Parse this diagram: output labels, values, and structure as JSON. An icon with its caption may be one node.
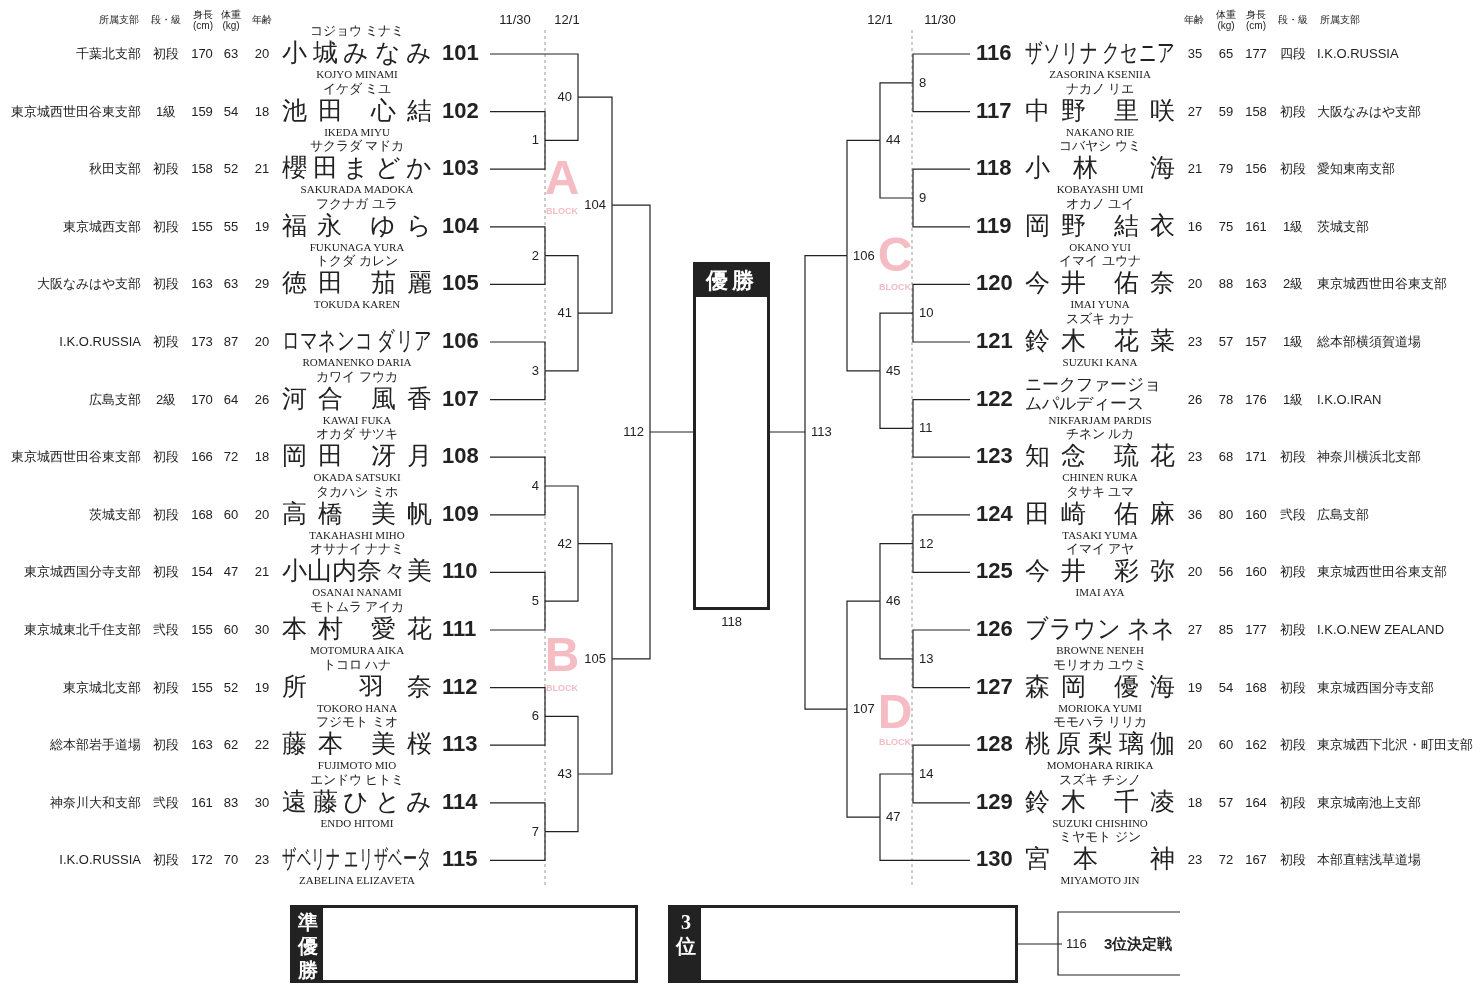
{
  "diagram": {
    "nodes": [
      {
        "text": [
          "小城みなみ",
          "101"
        ],
        "beside": [
          "KOJYO MINAMI",
          "千葉北支部",
          "初段",
          "170",
          "63",
          "20",
          "コジョウ ミナミ"
        ]
      },
      {
        "text": [
          "池田 心結",
          "102"
        ],
        "beside": [
          "IKEDA MIYU",
          "東京城西世田谷東支部",
          "1級",
          "159",
          "54",
          "18",
          "イケダ ミユ"
        ]
      },
      {
        "text": [
          "櫻田まどか",
          "103"
        ],
        "beside": [
          "SAKURADA MADOKA",
          "秋田支部",
          "初段",
          "158",
          "52",
          "21",
          "サクラダ マドカ"
        ]
      },
      {
        "text": [
          "福永 ゆら",
          "104"
        ],
        "beside": [
          "FUKUNAGA YURA",
          "東京城西支部",
          "初段",
          "155",
          "55",
          "19",
          "フクナガ ユラ"
        ]
      },
      {
        "text": [
          "徳田 茄麗",
          "105"
        ],
        "beside": [
          "TOKUDA KAREN",
          "大阪なみはや支部",
          "初段",
          "163",
          "63",
          "29",
          "トクダ カレン"
        ]
      },
      {
        "text": [
          "ロマネンコ ダリア",
          "106"
        ],
        "beside": [
          "ROMANENKO DARIA",
          "I.K.O.RUSSIA",
          "初段",
          "173",
          "87",
          "20"
        ]
      },
      {
        "text": [
          "河合 風香",
          "107"
        ],
        "beside": [
          "KAWAI FUKA",
          "広島支部",
          "2級",
          "170",
          "64",
          "26",
          "カワイ フウカ"
        ]
      },
      {
        "text": [
          "岡田 冴月",
          "108"
        ],
        "beside": [
          "OKADA SATSUKI",
          "東京城西世田谷東支部",
          "初段",
          "166",
          "72",
          "18",
          "オカダ サツキ"
        ]
      },
      {
        "text": [
          "高橋 美帆",
          "109"
        ],
        "beside": [
          "TAKAHASHI MIHO",
          "茨城支部",
          "初段",
          "168",
          "60",
          "20",
          "タカハシ ミホ"
        ]
      },
      {
        "text": [
          "小山内奈々美",
          "110"
        ],
        "beside": [
          "OSANAI NANAMI",
          "東京城西国分寺支部",
          "初段",
          "154",
          "47",
          "21",
          "オサナイ ナナミ"
        ]
      },
      {
        "text": [
          "本村 愛花",
          "111"
        ],
        "beside": [
          "MOTOMURA AIKA",
          "東京城東北千住支部",
          "弐段",
          "155",
          "60",
          "30",
          "モトムラ アイカ"
        ]
      },
      {
        "text": [
          "所 羽奈",
          "112"
        ],
        "beside": [
          "TOKORO HANA",
          "東京城北支部",
          "初段",
          "155",
          "52",
          "19",
          "トコロ ハナ"
        ]
      },
      {
        "text": [
          "藤本 美桜",
          "113"
        ],
        "beside": [
          "FUJIMOTO MIO",
          "総本部岩手道場",
          "初段",
          "163",
          "62",
          "22",
          "フジモト ミオ"
        ]
      },
      {
        "text": [
          "遠藤ひとみ",
          "114"
        ],
        "beside": [
          "ENDO HITOMI",
          "神奈川大和支部",
          "弐段",
          "161",
          "83",
          "30",
          "エンドウ ヒトミ"
        ]
      },
      {
        "text": [
          "ザベリナ エリザベータ",
          "115"
        ],
        "beside": [
          "ZABELINA ELIZAVETA",
          "I.K.O.RUSSIA",
          "初段",
          "172",
          "70",
          "23"
        ]
      },
      {
        "text": [
          "116",
          "ザソリナ クセニア"
        ],
        "beside": [
          "ZASORINA KSENIIA",
          "I.K.O.RUSSIA",
          "四段",
          "177",
          "65",
          "35"
        ]
      },
      {
        "text": [
          "117",
          "中野 里咲"
        ],
        "beside": [
          "NAKANO RIE",
          "大阪なみはや支部",
          "初段",
          "158",
          "59",
          "27",
          "ナカノ リエ"
        ]
      },
      {
        "text": [
          "118",
          "小林 海"
        ],
        "beside": [
          "KOBAYASHI UMI",
          "愛知東南支部",
          "初段",
          "156",
          "79",
          "21",
          "コバヤシ ウミ"
        ]
      },
      {
        "text": [
          "119",
          "岡野 結衣"
        ],
        "beside": [
          "OKANO YUI",
          "茨城支部",
          "1級",
          "161",
          "75",
          "16",
          "オカノ ユイ"
        ]
      },
      {
        "text": [
          "120",
          "今井 佑奈"
        ],
        "beside": [
          "IMAI YUNA",
          "東京城西世田谷東支部",
          "2級",
          "163",
          "88",
          "20",
          "イマイ ユウナ"
        ]
      },
      {
        "text": [
          "121",
          "鈴木 花菜"
        ],
        "beside": [
          "SUZUKI KANA",
          "総本部横須賀道場",
          "1級",
          "157",
          "57",
          "23",
          "スズキ カナ"
        ]
      },
      {
        "text": [
          "122",
          "ニークファージョムパルディース"
        ],
        "beside": [
          "NIKFARJAM PARDIS",
          "I.K.O.IRAN",
          "1級",
          "176",
          "78",
          "26"
        ]
      },
      {
        "text": [
          "123",
          "知念 琉花"
        ],
        "beside": [
          "CHINEN RUKA",
          "神奈川横浜北支部",
          "初段",
          "171",
          "68",
          "23",
          "チネン ルカ"
        ]
      },
      {
        "text": [
          "124",
          "田崎 佑麻"
        ],
        "beside": [
          "TASAKI YUMA",
          "広島支部",
          "弐段",
          "160",
          "80",
          "36",
          "タサキ ユマ"
        ]
      },
      {
        "text": [
          "125",
          "今井 彩弥"
        ],
        "beside": [
          "IMAI AYA",
          "東京城西世田谷東支部",
          "初段",
          "160",
          "56",
          "20",
          "イマイ アヤ"
        ]
      },
      {
        "text": [
          "126",
          "ブラウン ネネ"
        ],
        "beside": [
          "BROWNE NENEH",
          "I.K.O.NEW ZEALAND",
          "初段",
          "177",
          "85",
          "27"
        ]
      },
      {
        "text": [
          "127",
          "森岡 優海"
        ],
        "beside": [
          "MORIOKA YUMI",
          "東京城西国分寺支部",
          "初段",
          "168",
          "54",
          "19",
          "モリオカ ユウミ"
        ]
      },
      {
        "text": [
          "128",
          "桃原梨璃伽"
        ],
        "beside": [
          "MOMOHARA RIRIKA",
          "東京城西下北沢・町田支部",
          "初段",
          "162",
          "60",
          "20",
          "モモハラ リリカ"
        ]
      },
      {
        "text": [
          "129",
          "鈴木 千凌"
        ],
        "beside": [
          "SUZUKI CHISHINO",
          "東京城南池上支部",
          "初段",
          "164",
          "57",
          "18",
          "スズキ チシノ"
        ]
      },
      {
        "text": [
          "130",
          "宮本 神"
        ],
        "beside": [
          "MIYAMOTO JIN",
          "本部直轄浅草道場",
          "初段",
          "167",
          "72",
          "23",
          "ミヤモト ジン"
        ]
      },
      {
        "text": [
          "1"
        ]
      },
      {
        "text": [
          "2"
        ]
      },
      {
        "text": [
          "3"
        ]
      },
      {
        "text": [
          "4"
        ]
      },
      {
        "text": [
          "5"
        ]
      },
      {
        "text": [
          "6"
        ]
      },
      {
        "text": [
          "7"
        ]
      },
      {
        "text": [
          "40"
        ]
      },
      {
        "text": [
          "41"
        ]
      },
      {
        "text": [
          "42"
        ]
      },
      {
        "text": [
          "43"
        ]
      },
      {
        "text": [
          "104"
        ]
      },
      {
        "text": [
          "105"
        ]
      },
      {
        "text": [
          "112"
        ]
      },
      {
        "text": [
          "8"
        ]
      },
      {
        "text": [
          "9"
        ]
      },
      {
        "text": [
          "10"
        ]
      },
      {
        "text": [
          "11"
        ]
      },
      {
        "text": [
          "12"
        ]
      },
      {
        "text": [
          "13"
        ]
      },
      {
        "text": [
          "14"
        ]
      },
      {
        "text": [
          "44"
        ]
      },
      {
        "text": [
          "45"
        ]
      },
      {
        "text": [
          "46"
        ]
      },
      {
        "text": [
          "47"
        ]
      },
      {
        "text": [
          "106"
        ]
      },
      {
        "text": [
          "107"
        ]
      },
      {
        "text": [
          "113"
        ]
      },
      {
        "text": [
          "優勝"
        ],
        "beside": [
          "118"
        ]
      },
      {
        "text": [
          "準優勝"
        ]
      },
      {
        "text": [
          "3位"
        ]
      },
      {
        "text": [
          "116"
        ],
        "beside": [
          "3位決定戦"
        ]
      }
    ],
    "edges": [
      {
        "from": 1,
        "to": 30,
        "arrow": "none"
      },
      {
        "from": 2,
        "to": 30,
        "arrow": "none"
      },
      {
        "from": 3,
        "to": 31,
        "arrow": "none"
      },
      {
        "from": 4,
        "to": 31,
        "arrow": "none"
      },
      {
        "from": 5,
        "to": 32,
        "arrow": "none"
      },
      {
        "from": 6,
        "to": 32,
        "arrow": "none"
      },
      {
        "from": 7,
        "to": 33,
        "arrow": "none"
      },
      {
        "from": 8,
        "to": 33,
        "arrow": "none"
      },
      {
        "from": 9,
        "to": 34,
        "arrow": "none"
      },
      {
        "from": 10,
        "to": 34,
        "arrow": "none"
      },
      {
        "from": 11,
        "to": 35,
        "arrow": "none"
      },
      {
        "from": 12,
        "to": 35,
        "arrow": "none"
      },
      {
        "from": 13,
        "to": 36,
        "arrow": "none"
      },
      {
        "from": 14,
        "to": 36,
        "arrow": "none"
      },
      {
        "from": 0,
        "to": 37,
        "arrow": "none"
      },
      {
        "from": 30,
        "to": 37,
        "arrow": "none"
      },
      {
        "from": 31,
        "to": 38,
        "arrow": "none"
      },
      {
        "from": 32,
        "to": 38,
        "arrow": "none"
      },
      {
        "from": 33,
        "to": 39,
        "arrow": "none"
      },
      {
        "from": 34,
        "to": 39,
        "arrow": "none"
      },
      {
        "from": 35,
        "to": 40,
        "arrow": "none"
      },
      {
        "from": 36,
        "to": 40,
        "arrow": "none"
      },
      {
        "from": 37,
        "to": 41,
        "arrow": "none"
      },
      {
        "from": 38,
        "to": 41,
        "arrow": "none"
      },
      {
        "from": 39,
        "to": 42,
        "arrow": "none"
      },
      {
        "from": 40,
        "to": 42,
        "arrow": "none"
      },
      {
        "from": 41,
        "to": 43,
        "arrow": "none"
      },
      {
        "from": 42,
        "to": 43,
        "arrow": "none"
      },
      {
        "from": 43,
        "to": 58,
        "arrow": "none"
      },
      {
        "from": 15,
        "to": 44,
        "arrow": "none"
      },
      {
        "from": 16,
        "to": 44,
        "arrow": "none"
      },
      {
        "from": 17,
        "to": 45,
        "arrow": "none"
      },
      {
        "from": 18,
        "to": 45,
        "arrow": "none"
      },
      {
        "from": 19,
        "to": 46,
        "arrow": "none"
      },
      {
        "from": 20,
        "to": 46,
        "arrow": "none"
      },
      {
        "from": 21,
        "to": 47,
        "arrow": "none"
      },
      {
        "from": 22,
        "to": 47,
        "arrow": "none"
      },
      {
        "from": 23,
        "to": 48,
        "arrow": "none"
      },
      {
        "from": 24,
        "to": 48,
        "arrow": "none"
      },
      {
        "from": 25,
        "to": 49,
        "arrow": "none"
      },
      {
        "from": 26,
        "to": 49,
        "arrow": "none"
      },
      {
        "from": 27,
        "to": 50,
        "arrow": "none"
      },
      {
        "from": 28,
        "to": 50,
        "arrow": "none"
      },
      {
        "from": 44,
        "to": 51,
        "arrow": "none"
      },
      {
        "from": 45,
        "to": 51,
        "arrow": "none"
      },
      {
        "from": 46,
        "to": 52,
        "arrow": "none"
      },
      {
        "from": 47,
        "to": 52,
        "arrow": "none"
      },
      {
        "from": 48,
        "to": 53,
        "arrow": "none"
      },
      {
        "from": 49,
        "to": 53,
        "arrow": "none"
      },
      {
        "from": 50,
        "to": 54,
        "arrow": "none"
      },
      {
        "from": 29,
        "to": 54,
        "arrow": "none"
      },
      {
        "from": 51,
        "to": 55,
        "arrow": "none"
      },
      {
        "from": 52,
        "to": 55,
        "arrow": "none"
      },
      {
        "from": 53,
        "to": 56,
        "arrow": "none"
      },
      {
        "from": 54,
        "to": 56,
        "arrow": "none"
      },
      {
        "from": 55,
        "to": 57,
        "arrow": "none"
      },
      {
        "from": 56,
        "to": 57,
        "arrow": "none"
      },
      {
        "from": 57,
        "to": 58,
        "arrow": "none"
      },
      {
        "from": 60,
        "to": 61,
        "arrow": "none"
      }
    ],
    "labels": [
      "所属支部",
      "段・級",
      "身長 (cm)",
      "体重 (kg)",
      "年齢",
      "11/30",
      "12/1",
      "12/1",
      "11/30",
      "年齢",
      "体重 (kg)",
      "身長 (cm)",
      "段・級",
      "所属支部",
      "A",
      "BLOCK",
      "C",
      "BLOCK",
      "B",
      "BLOCK",
      "D",
      "BLOCK"
    ]
  }
}
